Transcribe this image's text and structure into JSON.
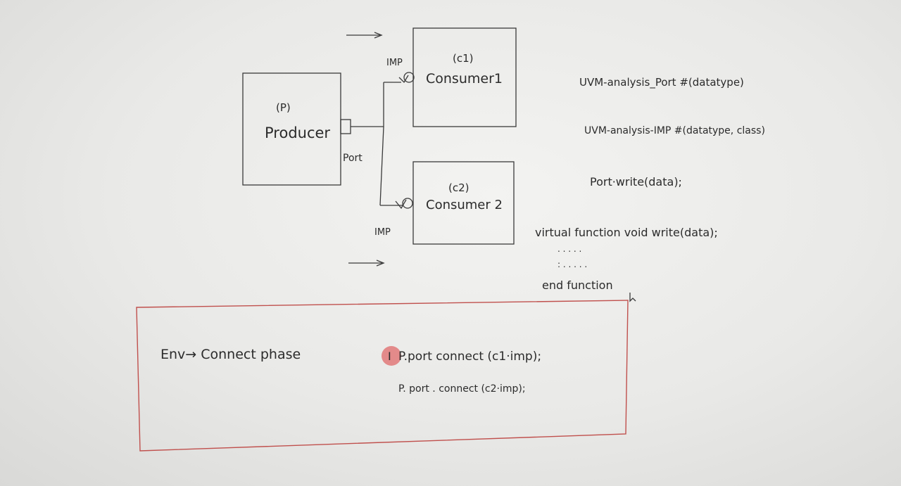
{
  "diagram": {
    "producer": {
      "tag": "(P)",
      "name": "Producer",
      "port_label": "Port"
    },
    "consumer1": {
      "tag": "(c1)",
      "name": "Consumer1",
      "imp_label": "IMP"
    },
    "consumer2": {
      "tag": "(c2)",
      "name": "Consumer 2",
      "imp_label": "IMP"
    }
  },
  "notes": {
    "line1": "UVM-analysis_Port #(datatype)",
    "line2": "UVM-analysis-IMP #(datatype, class)",
    "line3": "Port·write(data);",
    "line4": "virtual function void write(data);",
    "dots1": ". . . . .",
    "dots2": ": . . . . .",
    "line5": "end function"
  },
  "connect_box": {
    "title": "Env→ Connect phase",
    "stmt1": "P.port connect (c1·imp);",
    "stmt2": "P. port . connect (c2·imp);"
  },
  "colors": {
    "ink": "#2b2b2b",
    "frame": "#c0504d",
    "cursor": "#e06a6a"
  }
}
